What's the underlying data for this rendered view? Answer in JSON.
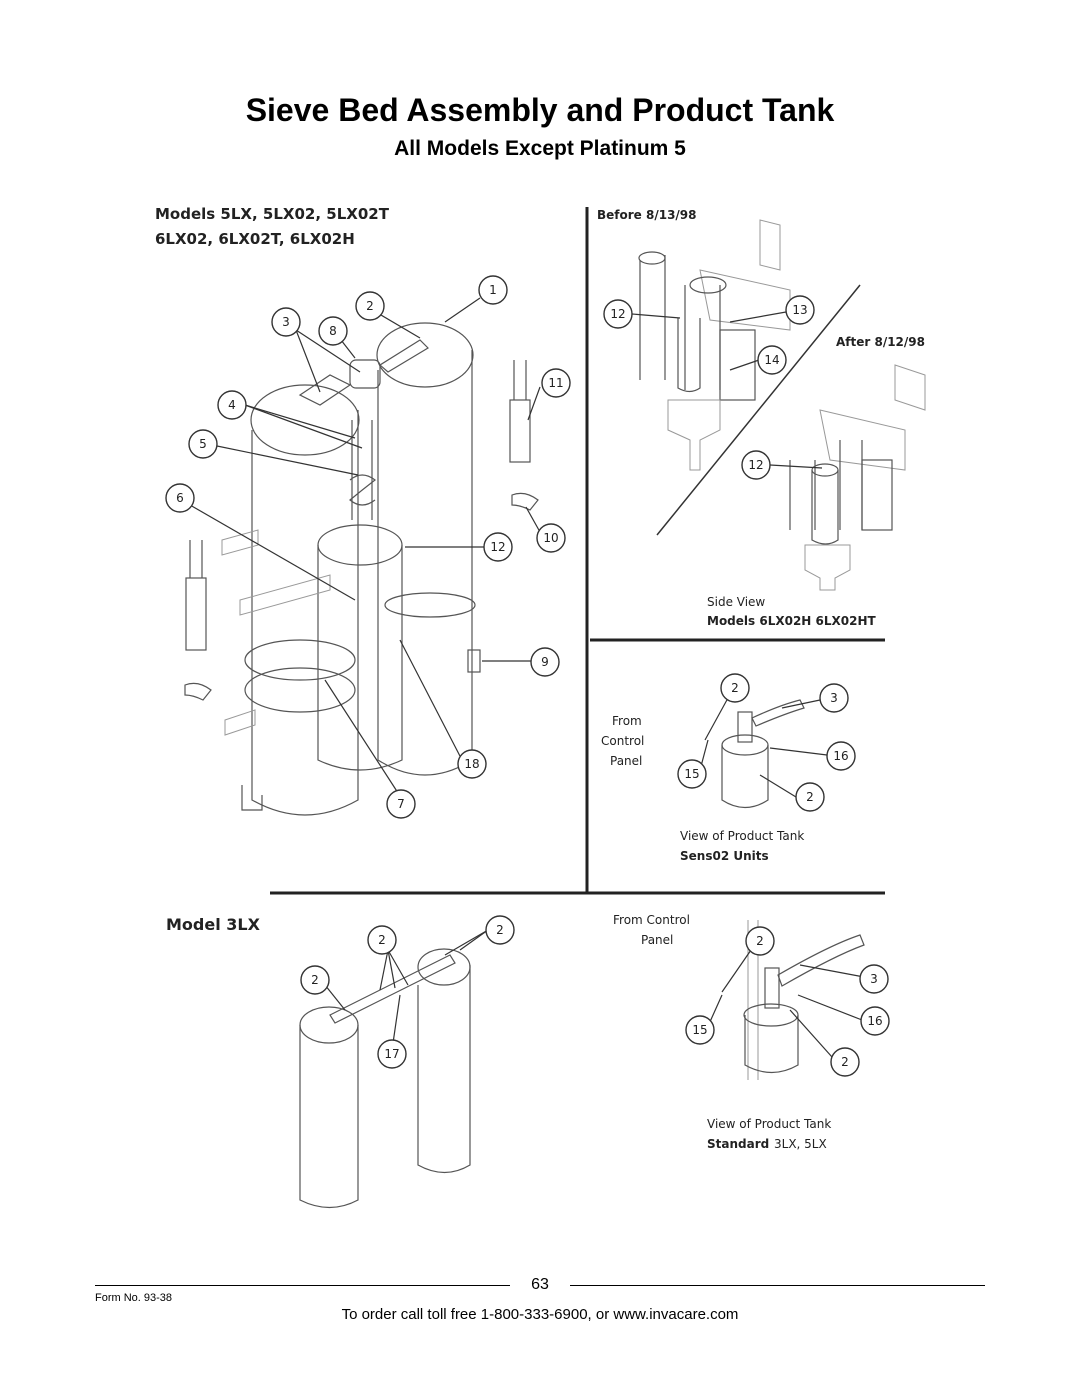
{
  "header": {
    "title": "Sieve Bed Assembly and Product Tank",
    "subtitle": "All Models Except Platinum 5"
  },
  "panels": {
    "main": {
      "models_line1": "Models 5LX, 5LX02, 5LX02T",
      "models_line2": "6LX02, 6LX02T, 6LX02H"
    },
    "side": {
      "before": "Before 8/13/98",
      "after": "After 8/12/98",
      "caption1": "Side View",
      "caption2": "Models 6LX02H 6LX02HT"
    },
    "sens": {
      "from1": "From",
      "from2": "Control",
      "from3": "Panel",
      "caption1": "View of Product Tank",
      "caption2": "Sens02 Units"
    },
    "model3": {
      "title": "Model 3LX"
    },
    "standard": {
      "from1": "From Control",
      "from2": "Panel",
      "caption1": "View of Product Tank",
      "caption2_bold": "Standard",
      "caption2_rest": "3LX, 5LX"
    }
  },
  "callouts": {
    "c1": "1",
    "c2": "2",
    "c3": "3",
    "c4": "4",
    "c5": "5",
    "c6": "6",
    "c7": "7",
    "c8": "8",
    "c9": "9",
    "c10": "10",
    "c11": "11",
    "c12": "12",
    "c13": "13",
    "c14": "14",
    "c15": "15",
    "c16": "16",
    "c17": "17",
    "c18": "18"
  },
  "footer": {
    "page": "63",
    "form_no": "Form No.  93-38",
    "order": "To order call toll free 1-800-333-6900, or www.invacare.com"
  }
}
